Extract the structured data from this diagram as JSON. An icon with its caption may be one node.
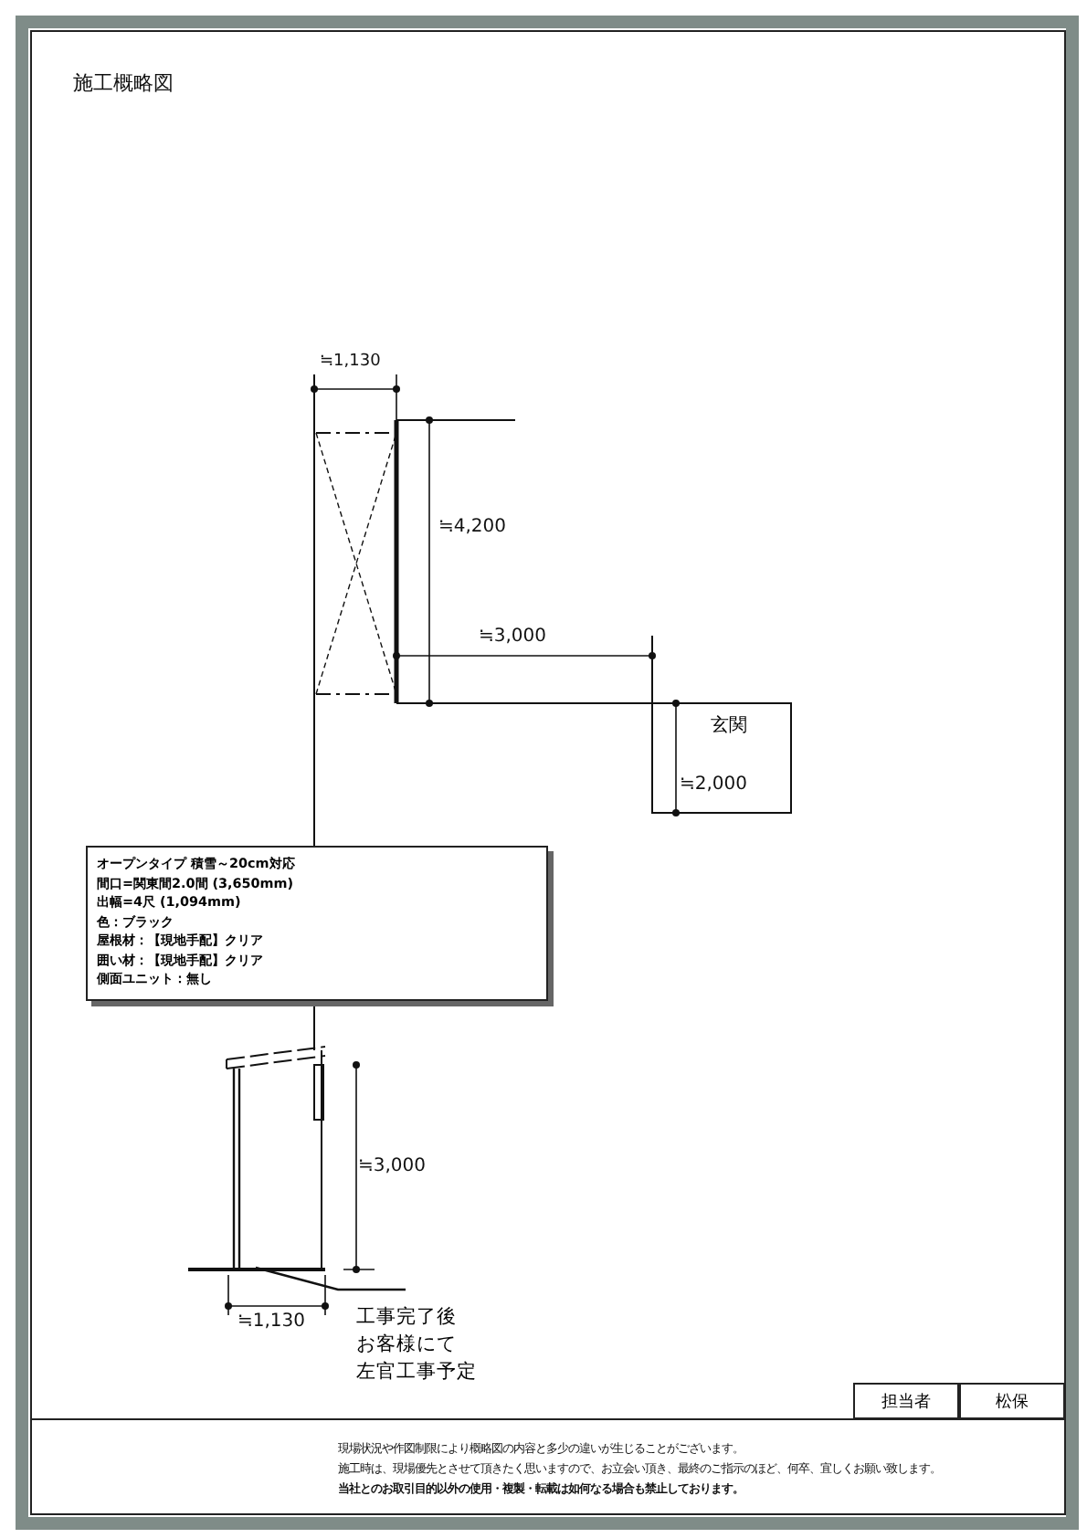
{
  "diagram": {
    "title": "施工概略図",
    "nodes": [
      {
        "text": [
          "オープンタイプ 積雪～20cm対応",
          "間口=関東間2.0間 (3,650mm)",
          "出幅=4尺 (1,094mm)",
          "色：ブラック",
          "屋根材：【現地手配】クリア",
          "囲い材：【現地手配】クリア",
          "側面ユニット：無し"
        ]
      },
      {
        "text": [
          "玄関"
        ]
      },
      {
        "text": [
          "工事完了後お客様にて左官工事予定"
        ]
      },
      {
        "text": [],
        "shape": "bar"
      }
    ],
    "edges": [
      {
        "from": 2,
        "to": 3,
        "arrow": "none"
      }
    ],
    "labels": [
      "≒1,130",
      "≒4,200",
      "≒3,000",
      "≒2,000",
      "≒3,000",
      "≒1,130",
      "担当者",
      "松保",
      "現場状況や作図制限により概略図の内容と多少の違いが生じることがございます。",
      "施工時は、現場優先とさせて頂きたく思いますので、お立会い頂き、最終のご指示のほど、何卒、宜しくお願い致します。",
      "当社とのお取引目的以外の使用・複製・転載は如何なる場合も禁止しております。"
    ]
  }
}
